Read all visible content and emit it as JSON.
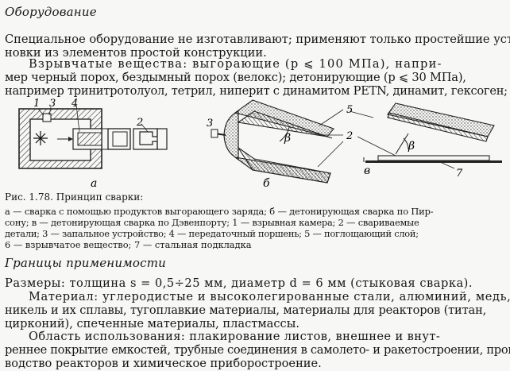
{
  "section1": {
    "title": "Оборудование",
    "para1_lines": [
      "Специальное оборудование не изготавливают; применяют только простейшие уста-",
      "новки из элементов простой конструкции."
    ],
    "para2_lines": [
      "Взрывчатые вещества: выгорающие (p ⩽ 100 МПа), напри-",
      "мер черный порох, бездымный порох (велокс); детонирующие (p ⩽ 30 МПа),",
      "например тринитротолуол, тетрил, ниперит с динамитом PETN, динамит, гексоген;"
    ]
  },
  "figure": {
    "labels": {
      "l1": "1",
      "l2": "2",
      "l3": "3",
      "l4": "4",
      "l5": "5",
      "l7": "7",
      "beta": "β",
      "a": "а",
      "b": "б",
      "v": "в"
    },
    "caption_title": "Рис. 1.78. Принцип сварки:",
    "caption_lines": [
      "а — сварка с помощью продуктов выгорающего заряда; б — детонирующая сварка по Пир-",
      "сону; в — детонирующая сварка по Дэвенпорту; 1 — взрывная камера; 2 — свариваемые",
      "детали; 3 — запальное устройство; 4 — передаточный поршень; 5 — поглощающий слой;",
      "6 — взрывчатое вещество; 7 — стальная подкладка"
    ]
  },
  "section2": {
    "title": "Границы применимости",
    "lines": [
      "Размеры: толщина s = 0,5÷25 мм, диаметр d = 6 мм (стыковая сварка).",
      "Материал: углеродистые и высоколегированные стали, алюминий, медь,",
      "никель и их сплавы, тугоплавкие материалы, материалы для реакторов (титан,",
      "цирконий), спеченные материалы, пластмассы.",
      "Область использования: плакирование листов, внешнее и внут-",
      "реннее покрытие емкостей, трубные соединения в самолето- и ракетостроении, произ-",
      "водство реакторов и химическое приборостроение."
    ]
  }
}
